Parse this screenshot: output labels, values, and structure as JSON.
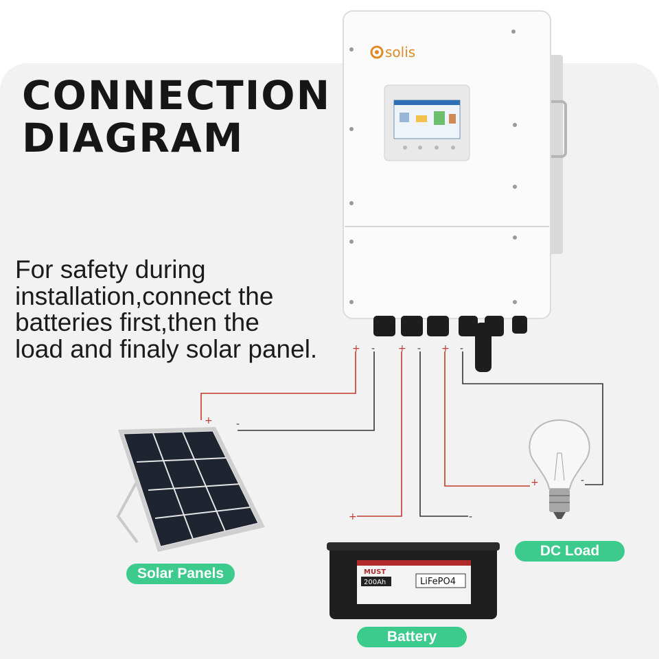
{
  "title": {
    "line1": "CONNECTION",
    "line2": "DIAGRAM"
  },
  "note": {
    "line1": "For safety during",
    "line2": "installation,connect the",
    "line3": "batteries first,then the",
    "line4": "load and finaly solar panel."
  },
  "inverter": {
    "brand": "solis"
  },
  "battery": {
    "brand": "MUST",
    "capacity": "200Ah",
    "chemistry": "LiFePO4"
  },
  "signs": {
    "plus": "+",
    "minus": "-"
  },
  "labels": {
    "solar": "Solar Panels",
    "battery": "Battery",
    "load": "DC Load"
  },
  "colors": {
    "positive_wire": "#c0392b",
    "negative_wire": "#333333",
    "label_bg": "#3dcb8d"
  }
}
